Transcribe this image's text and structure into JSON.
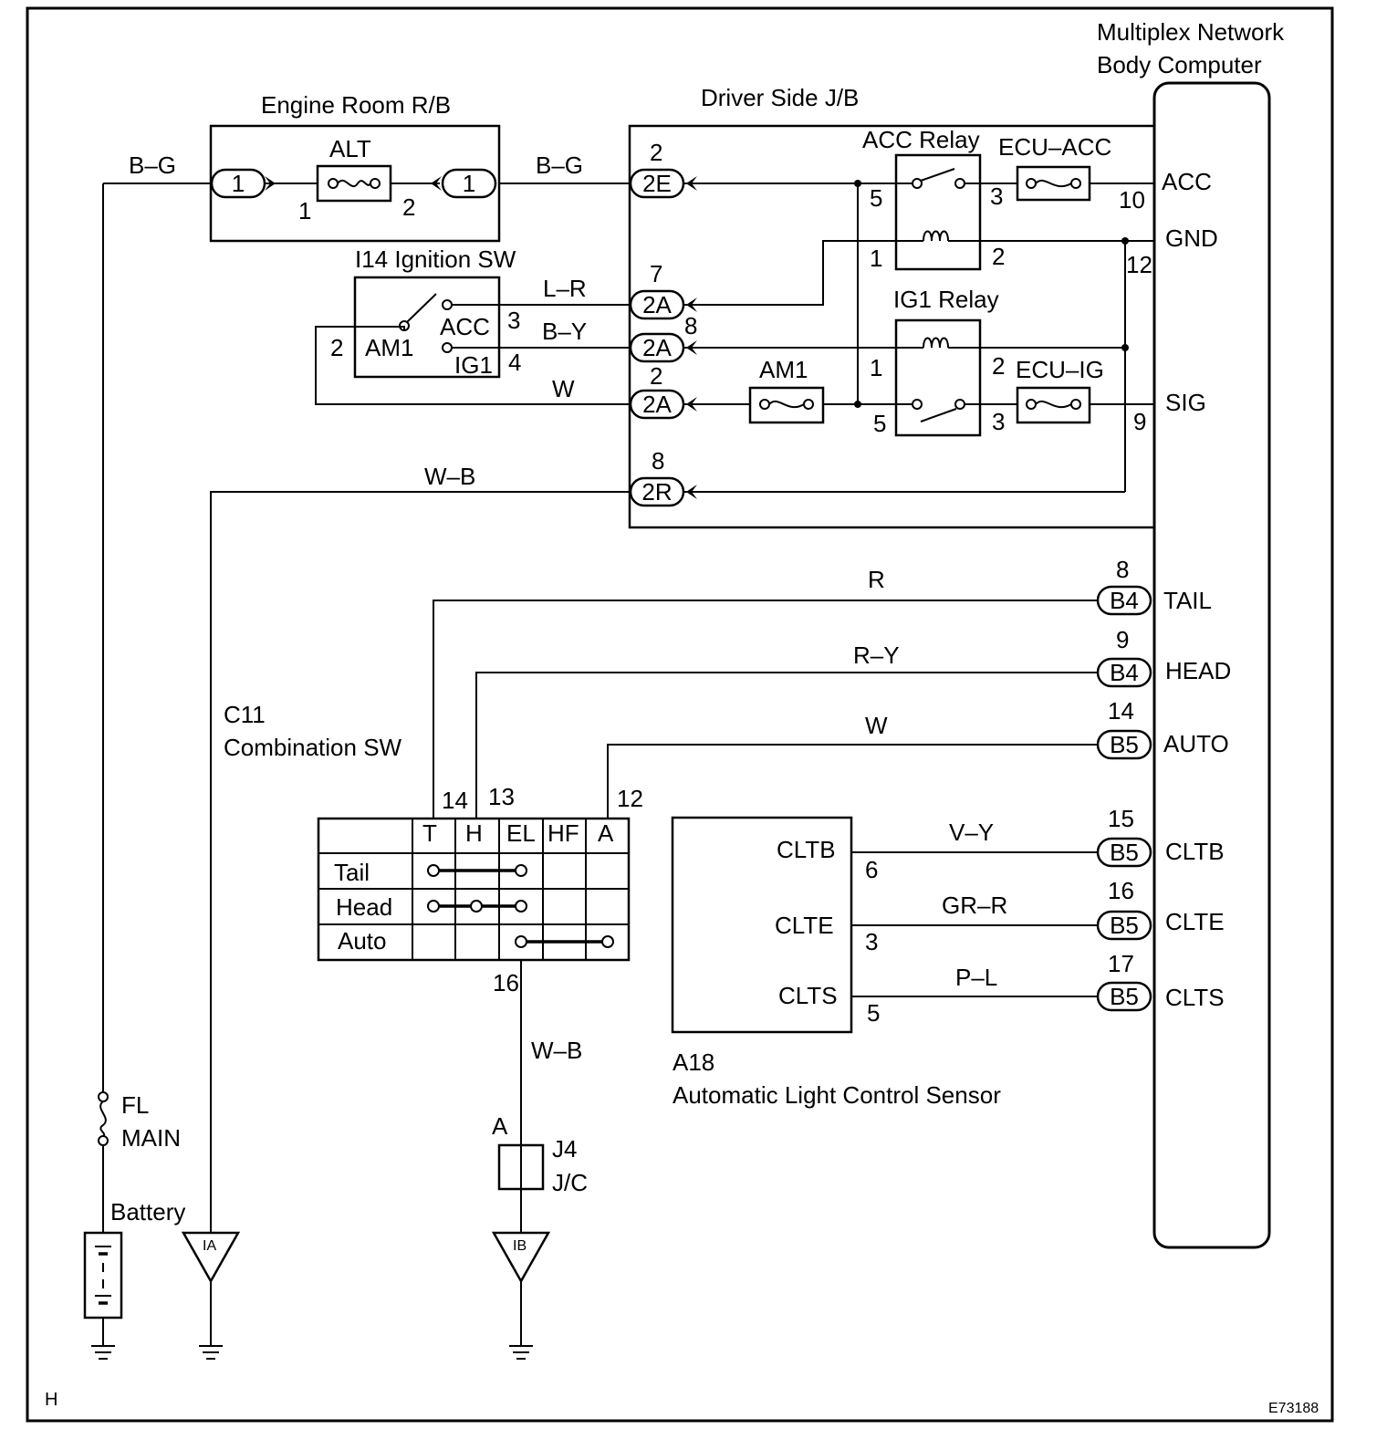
{
  "components": {
    "engine_room_rb": "Engine Room R/B",
    "alt_fuse": "ALT",
    "driver_side_jb": "Driver Side J/B",
    "acc_relay": "ACC Relay",
    "ig1_relay": "IG1 Relay",
    "ecu_acc": "ECU–ACC",
    "ecu_ig": "ECU–IG",
    "am1_fuse": "AM1",
    "ignition_sw": "I14 Ignition SW",
    "ign_am1": "AM1",
    "ign_acc": "ACC",
    "ign_ig1": "IG1",
    "body_computer_l1": "Multiplex Network",
    "body_computer_l2": "Body Computer",
    "comb_sw_code": "C11",
    "comb_sw_name": "Combination SW",
    "alc_code": "A18",
    "alc_name": "Automatic Light Control Sensor",
    "fl_main_l1": "FL",
    "fl_main_l2": "MAIN",
    "battery": "Battery",
    "jc_code": "J4",
    "jc_name": "J/C",
    "jc_pin": "A",
    "ground_ia": "IA",
    "ground_ib": "IB"
  },
  "wires": {
    "bg_left": "B–G",
    "bg_right": "B–G",
    "lr": "L–R",
    "by": "B–Y",
    "w_ign": "W",
    "wb_top": "W–B",
    "r": "R",
    "ry": "R–Y",
    "w_auto": "W",
    "vy": "V–Y",
    "grr": "GR–R",
    "pl": "P–L",
    "wb_bottom": "W–B"
  },
  "connectors": {
    "c1a": "1",
    "c1b": "1",
    "c2e": "2E",
    "c2a1": "2A",
    "c2a2": "2A",
    "c2a3": "2A",
    "c2r": "2R",
    "b4a": "B4",
    "b4b": "B4",
    "b5a": "B5",
    "b5b": "B5",
    "b5c": "B5",
    "b5d": "B5"
  },
  "pins": {
    "alt_in": "1",
    "alt_out": "2",
    "p2e": "2",
    "p2a_7": "7",
    "p2a_8": "8",
    "p2a_2": "2",
    "p2r": "8",
    "acc5": "5",
    "acc3": "3",
    "acc1": "1",
    "acc2": "2",
    "ig1_1": "1",
    "ig1_2": "2",
    "ig1_5": "5",
    "ig1_3": "3",
    "bc10": "10",
    "bc12": "12",
    "bc9": "9",
    "ign2": "2",
    "ign3": "3",
    "ign4": "4",
    "b4_8": "8",
    "b4_9": "9",
    "b5_14": "14",
    "b5_15": "15",
    "b5_16": "16",
    "b5_17": "17",
    "cs14": "14",
    "cs13": "13",
    "cs12": "12",
    "cs16": "16",
    "alc6": "6",
    "alc3": "3",
    "alc5": "5"
  },
  "terminals": {
    "acc": "ACC",
    "gnd": "GND",
    "sig": "SIG",
    "tail": "TAIL",
    "head": "HEAD",
    "auto": "AUTO",
    "cltb": "CLTB",
    "clte": "CLTE",
    "clts": "CLTS"
  },
  "sensor_terminals": {
    "cltb": "CLTB",
    "clte": "CLTE",
    "clts": "CLTS"
  },
  "switch_table": {
    "columns": [
      "T",
      "H",
      "EL",
      "HF",
      "A"
    ],
    "rows": [
      "Tail",
      "Head",
      "Auto"
    ]
  },
  "corner_left": "H",
  "figure_code": "E73188"
}
